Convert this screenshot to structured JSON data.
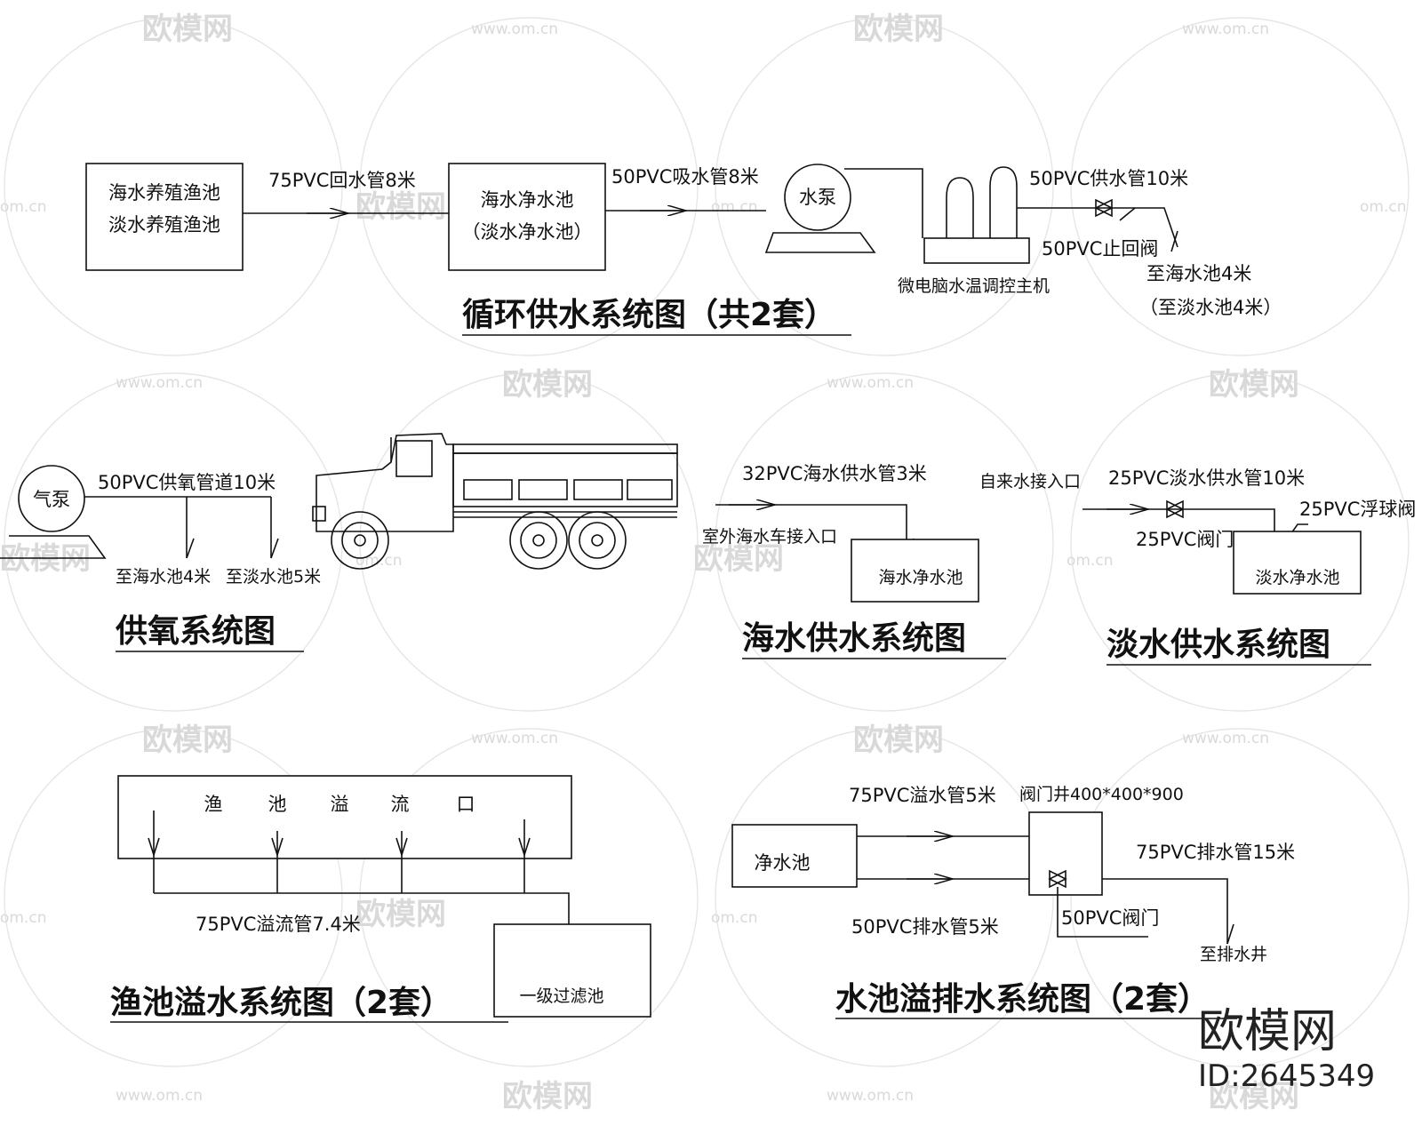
{
  "watermark": {
    "brand": "欧模网",
    "url": "www.om.cn",
    "url_short": "om.cn"
  },
  "circulation": {
    "title": "循环供水系统图（共2套）",
    "tank1": [
      "海水养殖渔池",
      "淡水养殖渔池"
    ],
    "pipe1": "75PVC回水管8米",
    "tank2": [
      "海水净水池",
      "（淡水净水池）"
    ],
    "pipe2": "50PVC吸水管8米",
    "pump": "水泵",
    "controller": "微电脑水温调控主机",
    "pipe3": "50PVC供水管10米",
    "valve": "50PVC止回阀",
    "dest": [
      "至海水池4米",
      "（至淡水池4米）"
    ]
  },
  "oxygen": {
    "title": "供氧系统图",
    "pump": "气泵",
    "pipe": "50PVC供氧管道10米",
    "dest1": "至海水池4米",
    "dest2": "至淡水池5米"
  },
  "seawater": {
    "title": "海水供水系统图",
    "pipe": "32PVC海水供水管3米",
    "inlet": "室外海水车接入口",
    "tank": "海水净水池"
  },
  "freshwater": {
    "title": "淡水供水系统图",
    "inlet": "自来水接入口",
    "pipe": "25PVC淡水供水管10米",
    "float_valve": "25PVC浮球阀",
    "valve": "25PVC阀门",
    "tank": "淡水净水池"
  },
  "overflow": {
    "title": "渔池溢水系统图（2套）",
    "outlet_chars": [
      "渔",
      "池",
      "溢",
      "流",
      "口"
    ],
    "pipe": "75PVC溢流管7.4米",
    "filter": "一级过滤池"
  },
  "drainage": {
    "title": "水池溢排水系统图（2套）",
    "overflow_pipe": "75PVC溢水管5米",
    "valve_well": "阀门井400*400*900",
    "tank": "净水池",
    "drain_pipe": "75PVC排水管15米",
    "drain_pipe2": "50PVC排水管5米",
    "valve": "50PVC阀门",
    "dest": "至排水井"
  },
  "brand_block": {
    "name": "欧模网",
    "id": "ID:2645349"
  }
}
